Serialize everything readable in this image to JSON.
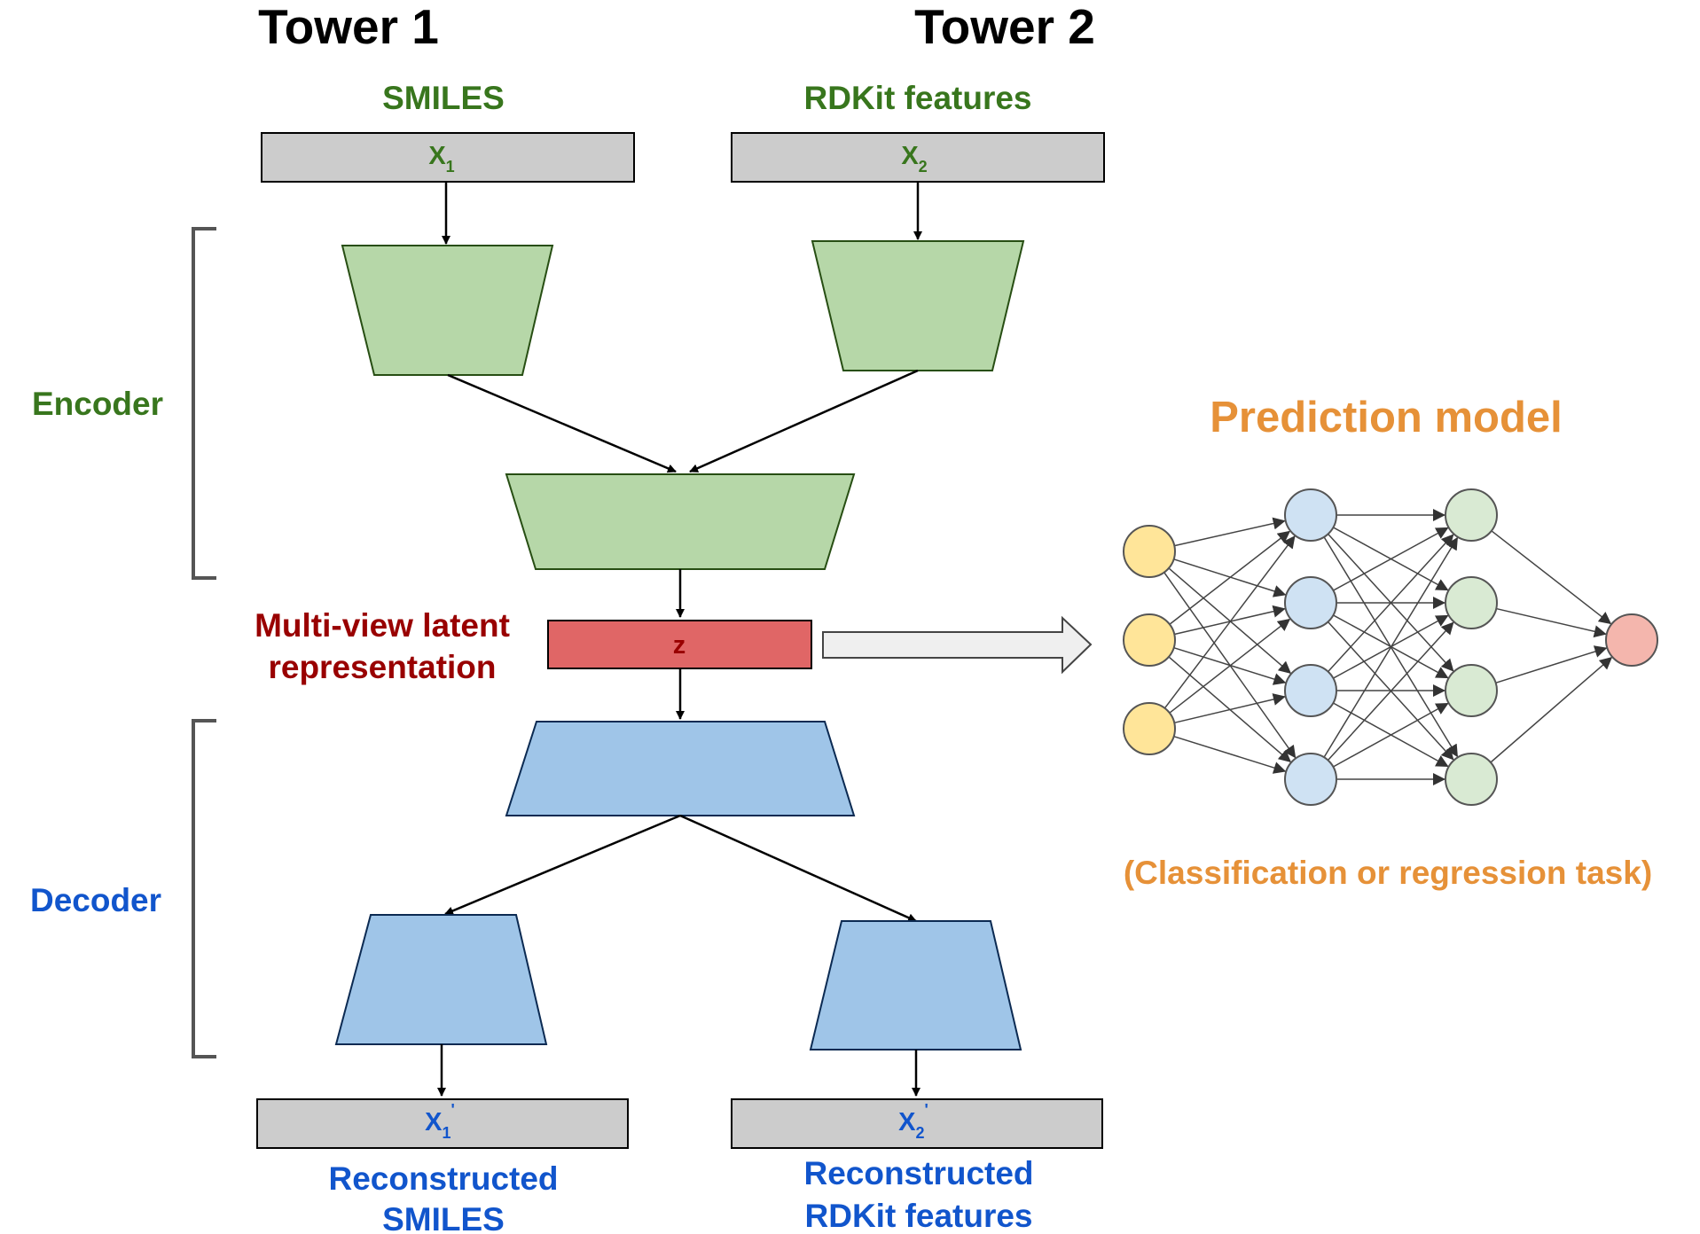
{
  "towers": {
    "tower1": "Tower 1",
    "tower2": "Tower 2"
  },
  "inputs": {
    "smiles_label": "SMILES",
    "rdkit_label": "RDKit features",
    "x1_main": "X",
    "x1_sub": "1",
    "x2_main": "X",
    "x2_sub": "2"
  },
  "brackets": {
    "encoder": "Encoder",
    "decoder": "Decoder"
  },
  "latent": {
    "label_line1": "Multi-view latent",
    "label_line2": "representation",
    "z": "z"
  },
  "outputs": {
    "x1p_main": "X",
    "x1p_sub": "1",
    "x1p_prime": "'",
    "x2p_main": "X",
    "x2p_sub": "2",
    "x2p_prime": "'",
    "recon_smiles_line1": "Reconstructed",
    "recon_smiles_line2": "SMILES",
    "recon_rdkit_line1": "Reconstructed",
    "recon_rdkit_line2": "RDKit features"
  },
  "prediction": {
    "title": "Prediction model",
    "task": "(Classification or regression task)",
    "layers": [
      {
        "name": "input",
        "nodes": 3,
        "color": "#ffe599"
      },
      {
        "name": "hidden-1",
        "nodes": 4,
        "color": "#cfe2f3"
      },
      {
        "name": "hidden-2",
        "nodes": 4,
        "color": "#d9ead3"
      },
      {
        "name": "output",
        "nodes": 1,
        "color": "#f4b6ad"
      }
    ]
  },
  "colors": {
    "encoder_fill": "#b6d7a8",
    "decoder_fill": "#9fc5e8",
    "latent_fill": "#e06666",
    "input_box_fill": "#cccccc",
    "green_text": "#38761d",
    "blue_text": "#1155cc",
    "red_text": "#990000",
    "orange_text": "#e69138"
  }
}
